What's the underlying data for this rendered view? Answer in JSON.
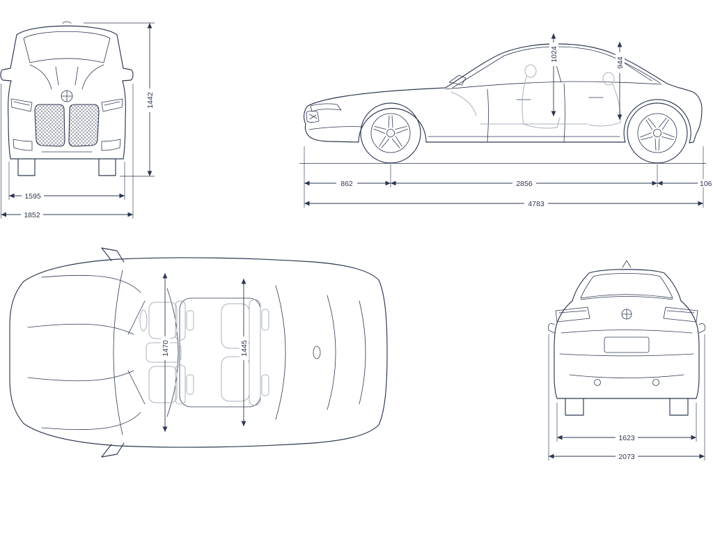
{
  "diagram": {
    "subject": "car-dimensions-blueprint",
    "line_color": "#2b3750",
    "ghost_color": "#a9b0be",
    "background": "#ffffff"
  },
  "views": {
    "front": {
      "dims": {
        "height": "1442",
        "track_width": "1595",
        "overall_width": "1852"
      }
    },
    "side": {
      "dims": {
        "front_headroom": "1024",
        "rear_headroom": "944",
        "front_overhang": "862",
        "wheelbase": "2856",
        "rear_overhang": "106",
        "overall_length": "4783"
      }
    },
    "top": {
      "dims": {
        "front_interior_width": "1470",
        "rear_interior_width": "1445"
      }
    },
    "rear": {
      "dims": {
        "rear_track": "1623",
        "width_with_mirrors": "2073"
      }
    }
  }
}
